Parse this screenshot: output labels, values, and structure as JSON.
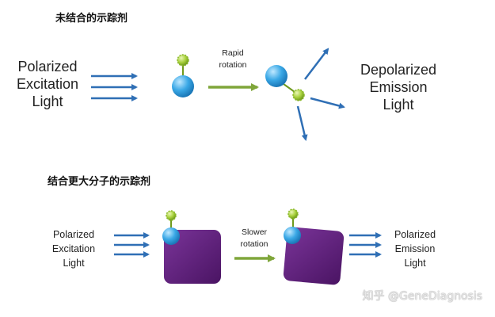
{
  "top": {
    "heading": "未结合的示踪剂",
    "excitation": [
      "Polarized",
      "Excitation",
      "Light"
    ],
    "rotation": [
      "Rapid",
      "rotation"
    ],
    "emission": [
      "Depolarized",
      "Emission",
      "Light"
    ]
  },
  "bottom": {
    "heading": "结合更大分子的示踪剂",
    "excitation": [
      "Polarized",
      "Excitation",
      "Light"
    ],
    "rotation": [
      "Slower",
      "rotation"
    ],
    "emission": [
      "Polarized",
      "Emission",
      "Light"
    ]
  },
  "watermark": "知乎 @GeneDiagnosis",
  "colors": {
    "arrow_blue": "#2f6fb5",
    "rotation_arrow": "#7fa63a",
    "tracer_blue": "#3aa8e6",
    "fluorophore_green": "#a6cf3a",
    "protein_purple": "#5c1f7a"
  }
}
